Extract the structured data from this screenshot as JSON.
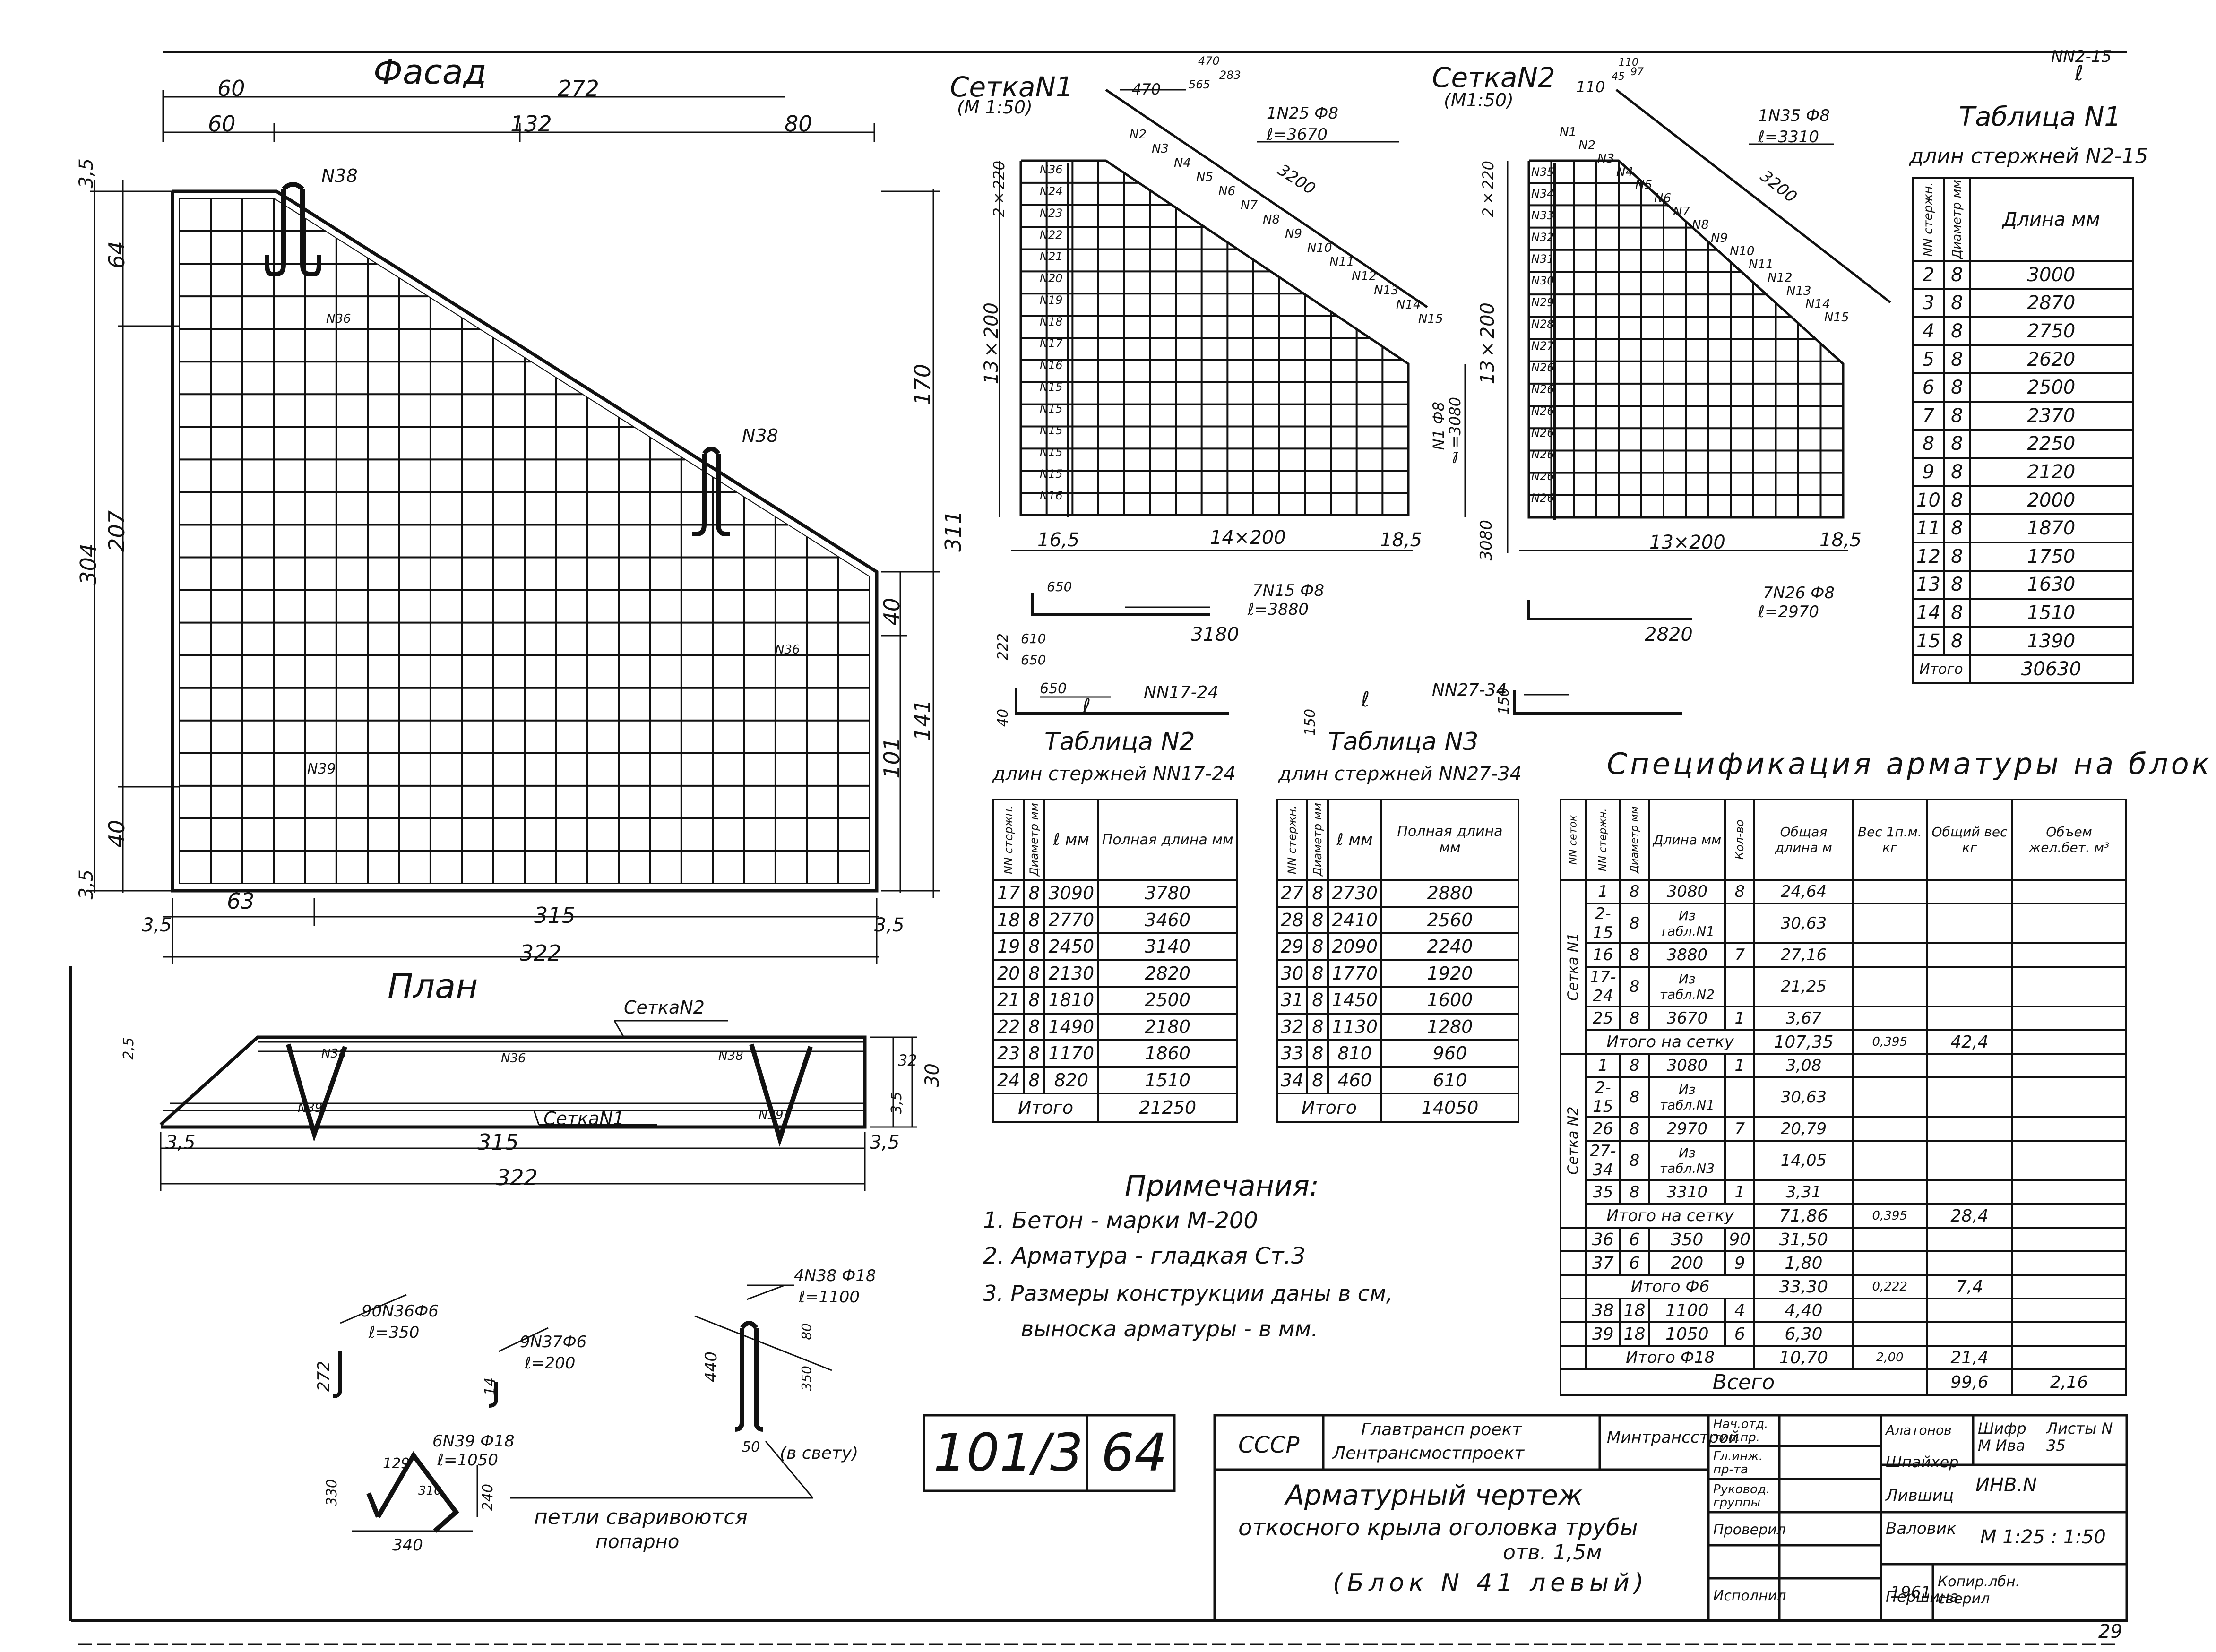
{
  "facade": {
    "title": "Фасад",
    "dims_top": [
      "60",
      "272",
      "60",
      "132",
      "80"
    ],
    "dims_left": [
      "3,5",
      "64",
      "207",
      "304",
      "40",
      "3,5"
    ],
    "dims_right": [
      "170",
      "311",
      "40",
      "141",
      "101"
    ],
    "dims_bottom": [
      "63",
      "315",
      "3,5",
      "3,5",
      "322"
    ],
    "markers": [
      "N38",
      "N38",
      "N39",
      "N36",
      "N36"
    ]
  },
  "plan": {
    "title": "План",
    "labels": [
      "СеткаN2",
      "СеткаN1",
      "N38",
      "N36",
      "N38",
      "N39",
      "N39"
    ],
    "dims": [
      "3,5",
      "315",
      "3,5",
      "322",
      "32",
      "30",
      "3,5",
      "2,5"
    ]
  },
  "mesh1": {
    "title": "СеткаN1",
    "scale": "(М 1:50)",
    "top_dims": [
      "470",
      "470",
      "565",
      "283"
    ],
    "bar1": "1N25 Ф8",
    "bar1_len": "ℓ=3670",
    "bar_diag": "3200",
    "rows_label": "2×220",
    "rows_dim": "13×200",
    "bottom_dims": [
      "16,5",
      "14×200",
      "18,5"
    ],
    "side_bar": "N1 Ф8",
    "side_len": "ℓ=3080",
    "bottom_bar": "7N15 Ф8",
    "bottom_len": "ℓ=3880",
    "bottom_total": "3180",
    "hook_dims": [
      "650",
      "222",
      "610",
      "650"
    ],
    "bar_nums": [
      "N2",
      "N3",
      "N4",
      "N5",
      "N6",
      "N7",
      "N8",
      "N9",
      "N10",
      "N11",
      "N12",
      "N13",
      "N14",
      "N15"
    ],
    "left_nums": [
      "N36",
      "N24",
      "N23",
      "N22",
      "N21",
      "N20",
      "N19",
      "N18",
      "N17",
      "N16",
      "N15",
      "N15",
      "N15",
      "N15",
      "N15",
      "N16"
    ]
  },
  "mesh2": {
    "title": "СеткаN2",
    "scale": "(М1:50)",
    "top_dims": [
      "110",
      "110",
      "45",
      "97"
    ],
    "bar1": "1N35 Ф8",
    "bar1_len": "ℓ=3310",
    "bar_diag": "3200",
    "rows_label": "2×220",
    "rows_dim": "13×200",
    "bottom_dims": [
      "3080",
      "13×200",
      "18,5"
    ],
    "bottom_bar": "7N26 Ф8",
    "bottom_len": "ℓ=2970",
    "bottom_total": "2820",
    "hook_dim": "150",
    "bar_nums": [
      "N1",
      "N2",
      "N3",
      "N4",
      "N5",
      "N6",
      "N7",
      "N8",
      "N9",
      "N10",
      "N11",
      "N12",
      "N13",
      "N14",
      "N15"
    ],
    "left_nums": [
      "N35",
      "N34",
      "N33",
      "N32",
      "N31",
      "N30",
      "N29",
      "N28",
      "N27",
      "N26",
      "N26",
      "N26",
      "N26",
      "N26",
      "N26",
      "N26"
    ]
  },
  "table1": {
    "header_mark": "NN2-15",
    "header_l": "ℓ",
    "title": "Таблица N1",
    "subtitle": "длин стержней N2-15",
    "cols": [
      "NN стержн.",
      "Диаметр мм",
      "Длина мм"
    ],
    "rows": [
      [
        "2",
        "8",
        "3000"
      ],
      [
        "3",
        "8",
        "2870"
      ],
      [
        "4",
        "8",
        "2750"
      ],
      [
        "5",
        "8",
        "2620"
      ],
      [
        "6",
        "8",
        "2500"
      ],
      [
        "7",
        "8",
        "2370"
      ],
      [
        "8",
        "8",
        "2250"
      ],
      [
        "9",
        "8",
        "2120"
      ],
      [
        "10",
        "8",
        "2000"
      ],
      [
        "11",
        "8",
        "1870"
      ],
      [
        "12",
        "8",
        "1750"
      ],
      [
        "13",
        "8",
        "1630"
      ],
      [
        "14",
        "8",
        "1510"
      ],
      [
        "15",
        "8",
        "1390"
      ]
    ],
    "total_label": "Итого",
    "total_value": "30630"
  },
  "table2": {
    "header_dims": [
      "40",
      "650",
      "ℓ",
      "NN17-24"
    ],
    "title": "Таблица N2",
    "subtitle": "длин стержней NN17-24",
    "cols": [
      "NN стержн.",
      "Диаметр мм",
      "ℓ мм",
      "Полная длина мм"
    ],
    "rows": [
      [
        "17",
        "8",
        "3090",
        "3780"
      ],
      [
        "18",
        "8",
        "2770",
        "3460"
      ],
      [
        "19",
        "8",
        "2450",
        "3140"
      ],
      [
        "20",
        "8",
        "2130",
        "2820"
      ],
      [
        "21",
        "8",
        "1810",
        "2500"
      ],
      [
        "22",
        "8",
        "1490",
        "2180"
      ],
      [
        "23",
        "8",
        "1170",
        "1860"
      ],
      [
        "24",
        "8",
        "820",
        "1510"
      ]
    ],
    "total_label": "Итого",
    "total_value": "21250"
  },
  "table3": {
    "header_dims": [
      "150",
      "ℓ",
      "NN27-34"
    ],
    "title": "Таблица N3",
    "subtitle": "длин стержней NN27-34",
    "cols": [
      "NN стержн.",
      "Диаметр мм",
      "ℓ мм",
      "Полная длина мм"
    ],
    "rows": [
      [
        "27",
        "8",
        "2730",
        "2880"
      ],
      [
        "28",
        "8",
        "2410",
        "2560"
      ],
      [
        "29",
        "8",
        "2090",
        "2240"
      ],
      [
        "30",
        "8",
        "1770",
        "1920"
      ],
      [
        "31",
        "8",
        "1450",
        "1600"
      ],
      [
        "32",
        "8",
        "1130",
        "1280"
      ],
      [
        "33",
        "8",
        "810",
        "960"
      ],
      [
        "34",
        "8",
        "460",
        "610"
      ]
    ],
    "total_label": "Итого",
    "total_value": "14050"
  },
  "spec": {
    "title": "Спецификация арматуры на блок",
    "cols": [
      "NN сеток",
      "NN стержн.",
      "Диаметр мм",
      "Длина мм",
      "Кол-во",
      "Общая длина м",
      "Вес 1п.м. кг",
      "Общий вес кг",
      "Объем жел.бет. м³"
    ],
    "group1_label": "Сетка N1",
    "group1_rows": [
      [
        "1",
        "8",
        "3080",
        "8",
        "24,64"
      ],
      [
        "2-15",
        "8",
        "Из табл.N1",
        "",
        "30,63"
      ],
      [
        "16",
        "8",
        "3880",
        "7",
        "27,16"
      ],
      [
        "17-24",
        "8",
        "Из табл.N2",
        "",
        "21,25"
      ],
      [
        "25",
        "8",
        "3670",
        "1",
        "3,67"
      ]
    ],
    "group1_total": [
      "Итого на сетку",
      "107,35",
      "0,395",
      "42,4",
      ""
    ],
    "group2_label": "Сетка N2",
    "group2_rows": [
      [
        "1",
        "8",
        "3080",
        "1",
        "3,08"
      ],
      [
        "2-15",
        "8",
        "Из табл.N1",
        "",
        "30,63"
      ],
      [
        "26",
        "8",
        "2970",
        "7",
        "20,79"
      ],
      [
        "27-34",
        "8",
        "Из табл.N3",
        "",
        "14,05"
      ],
      [
        "35",
        "8",
        "3310",
        "1",
        "3,31"
      ]
    ],
    "group2_total": [
      "Итого на сетку",
      "71,86",
      "0,395",
      "28,4"
    ],
    "rows3": [
      [
        "36",
        "6",
        "350",
        "90",
        "31,50"
      ],
      [
        "37",
        "6",
        "200",
        "9",
        "1,80"
      ]
    ],
    "total6": [
      "Итого Ф6",
      "33,30",
      "0,222",
      "7,4"
    ],
    "rows4": [
      [
        "38",
        "18",
        "1100",
        "4",
        "4,40"
      ],
      [
        "39",
        "18",
        "1050",
        "6",
        "6,30"
      ]
    ],
    "total18": [
      "Итого Ф18",
      "10,70",
      "2,00",
      "21,4"
    ],
    "grand": [
      "Всего",
      "99,6",
      "2,16"
    ]
  },
  "notes": {
    "title": "Примечания:",
    "items": [
      "1. Бетон - марки М-200",
      "2. Арматура - гладкая Ст.3",
      "3. Размеры конструкции даны в см,",
      "выноска арматуры - в мм."
    ]
  },
  "details": {
    "n36": [
      "90N36Ф6",
      "ℓ=350",
      "272"
    ],
    "n37": [
      "9N37Ф6",
      "ℓ=200",
      "14"
    ],
    "n38": [
      "4N38 Ф18",
      "ℓ=1100",
      "440",
      "80",
      "350",
      "50",
      "(в свету)"
    ],
    "n39": [
      "6N39 Ф18",
      "ℓ=1050",
      "129",
      "330",
      "310",
      "240",
      "340"
    ],
    "loops_note": [
      "петли сваривоются",
      "попарно"
    ]
  },
  "sheet": {
    "code": "101/3",
    "page": "64",
    "corner": "29"
  },
  "title_block": {
    "country": "СССР",
    "org1": "Главтрансп роект",
    "org2": "Лентрансмостпроект",
    "ministry": "Минтрансстрой",
    "roles": [
      "Нач.отд. тип.пр.",
      "Гл.инж. пр-та",
      "Руковод. группы",
      "Проверил",
      "Исполнил"
    ],
    "names": [
      "Шпайхер",
      "Лившиц",
      "Валовик",
      "Першина"
    ],
    "top_names": [
      "Алатонов"
    ],
    "drawing_title1": "Арматурный чертеж",
    "drawing_title2": "откосного крыла оголовка трубы",
    "drawing_title3": "отв. 1,5м",
    "drawing_title4": "(Блок N 41 левый)",
    "cipher_label": "Шифр М Ива",
    "sheets_label": "Листы N 35",
    "inv": "ИНВ.N",
    "scale": "М 1:25 : 1:50",
    "year": "1961",
    "copy_label": "Копир.лбн. сверил"
  }
}
